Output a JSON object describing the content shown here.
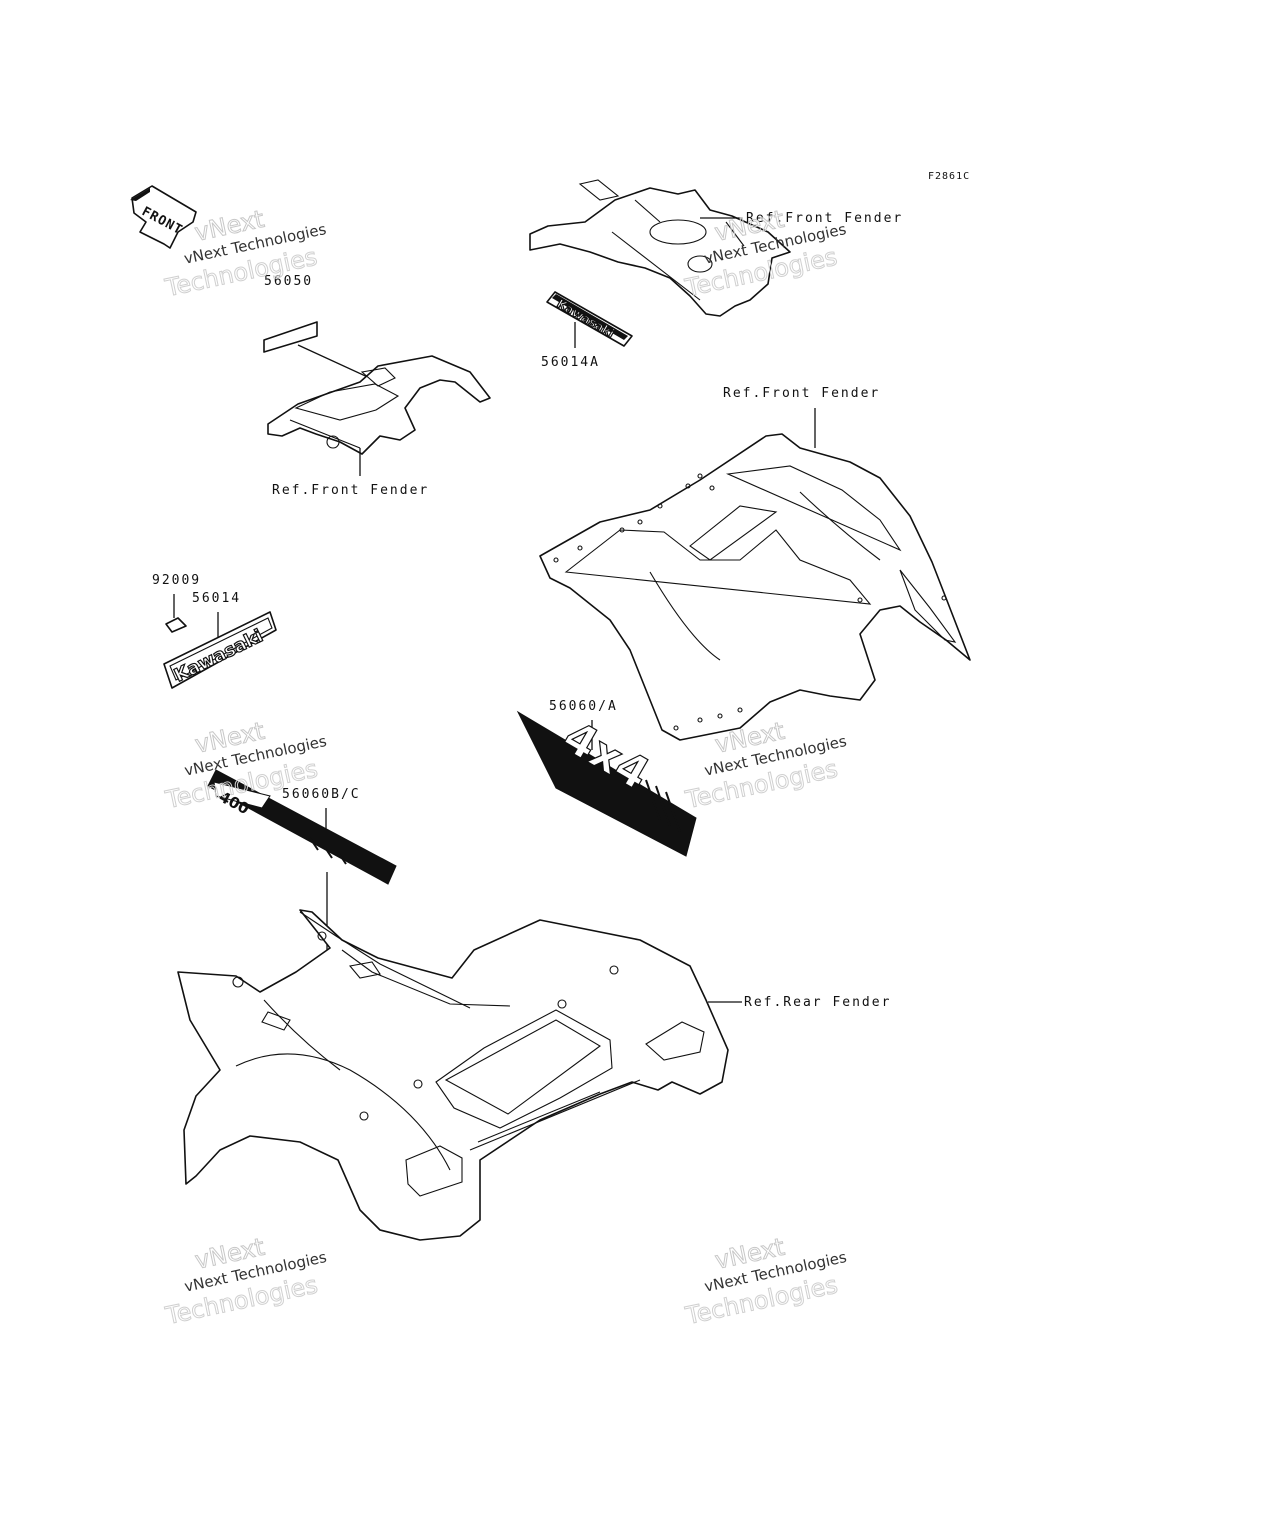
{
  "figure_code": "F2861C",
  "labels": {
    "part_56050": "56050",
    "part_56014a": "56014A",
    "part_92009": "92009",
    "part_56014": "56014",
    "part_56060a": "56060/A",
    "part_56060bc": "56060B/C",
    "ref_front_fender_top": "Ref.Front Fender",
    "ref_front_fender_right": "Ref.Front Fender",
    "ref_front_fender_left": "Ref.Front Fender",
    "ref_rear_fender": "Ref.Rear Fender"
  },
  "arrow_text": "FRONT",
  "decal_text": {
    "kawasaki_small": "Kawasaki",
    "kawasaki_large": "Kawasaki",
    "four_by_four": "4x4",
    "model_number": "400"
  },
  "watermark": {
    "line1": "vNext Technologies",
    "line2": "vNext",
    "line3": "Technologies"
  }
}
